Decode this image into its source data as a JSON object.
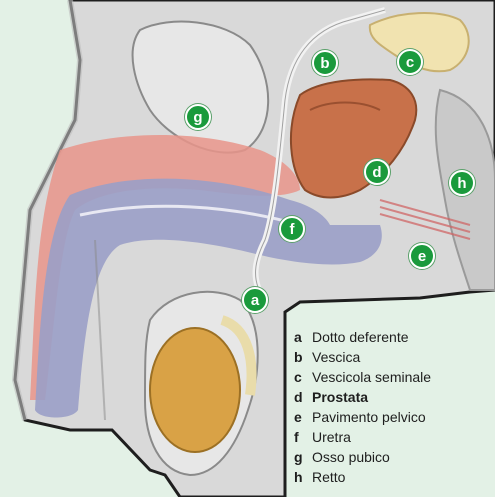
{
  "markers": [
    {
      "letter": "a"
    },
    {
      "letter": "b"
    },
    {
      "letter": "c"
    },
    {
      "letter": "d"
    },
    {
      "letter": "e"
    },
    {
      "letter": "f"
    },
    {
      "letter": "g"
    },
    {
      "letter": "h"
    }
  ],
  "legend": [
    {
      "letter": "a",
      "label": "Dotto deferente",
      "bold": false
    },
    {
      "letter": "b",
      "label": "Vescica",
      "bold": false
    },
    {
      "letter": "c",
      "label": "Vescicola seminale",
      "bold": false
    },
    {
      "letter": "d",
      "label": "Prostata",
      "bold": true
    },
    {
      "letter": "e",
      "label": "Pavimento pelvico",
      "bold": false
    },
    {
      "letter": "f",
      "label": "Uretra",
      "bold": false
    },
    {
      "letter": "g",
      "label": "Osso pubico",
      "bold": false
    },
    {
      "letter": "h",
      "label": "Retto",
      "bold": false
    }
  ],
  "colors": {
    "marker": "#1a9a3c",
    "tissue": "#dcdcdc",
    "background": "#e3f1e6",
    "prostate": "#c8714a",
    "erectile": "#e8948a",
    "urethra_channel": "#9a9ec6"
  }
}
